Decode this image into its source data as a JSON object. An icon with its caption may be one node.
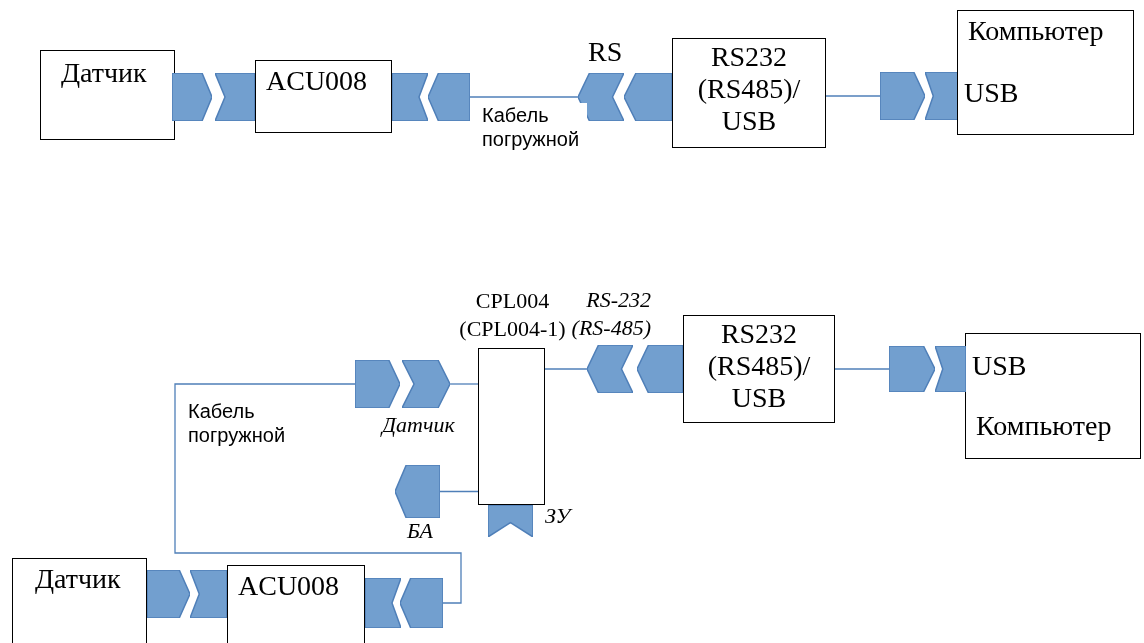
{
  "diagram": {
    "nodes": [
      {
        "text": [
          "Датчик"
        ]
      },
      {
        "text": [],
        "shape": "pentagon"
      },
      {
        "text": [],
        "shape": "chevron"
      },
      {
        "text": [
          "ACU008"
        ]
      },
      {
        "text": [],
        "shape": "chevron"
      },
      {
        "text": [],
        "shape": "pentagon"
      },
      {
        "text": [],
        "shape": "chevron"
      },
      {
        "text": [],
        "shape": "pentagon"
      },
      {
        "text": [
          "RS232 (RS485)/ USB"
        ]
      },
      {
        "text": [],
        "shape": "pentagon"
      },
      {
        "text": [],
        "shape": "chevron"
      },
      {
        "text": [
          "Компьютер",
          "USB"
        ]
      },
      {
        "text": [
          "CPL004 (CPL004-1)"
        ]
      },
      {
        "text": [
          "RS232 (RS485)/ USB"
        ]
      },
      {
        "text": [
          "USB",
          "Компьютер"
        ]
      },
      {
        "text": [],
        "shape": "pentagon"
      },
      {
        "text": [],
        "shape": "chevron",
        "beside": [
          "Датчик"
        ]
      },
      {
        "text": [],
        "shape": "chevron"
      },
      {
        "text": [],
        "shape": "pentagon"
      },
      {
        "text": [],
        "shape": "pentagon"
      },
      {
        "text": [],
        "shape": "chevron"
      },
      {
        "text": [],
        "shape": "pentagon",
        "beside": [
          "БА"
        ]
      },
      {
        "text": [],
        "shape": "chevron",
        "beside": [
          "ЗУ"
        ]
      },
      {
        "text": [
          "Датчик"
        ]
      },
      {
        "text": [],
        "shape": "pentagon"
      },
      {
        "text": [],
        "shape": "chevron"
      },
      {
        "text": [
          "ACU008"
        ]
      },
      {
        "text": [],
        "shape": "chevron"
      },
      {
        "text": [],
        "shape": "pentagon"
      }
    ],
    "edges": [
      {
        "from": 5,
        "to": 6,
        "arrow": "none",
        "label": "Кабель погружной"
      },
      {
        "from": 8,
        "to": 9,
        "arrow": "none"
      },
      {
        "from": 16,
        "to": 12,
        "arrow": "none"
      },
      {
        "from": 12,
        "to": 17,
        "arrow": "none"
      },
      {
        "from": 13,
        "to": 19,
        "arrow": "none"
      },
      {
        "from": 21,
        "to": 12,
        "arrow": "none"
      },
      {
        "from": 28,
        "to": 15,
        "arrow": "none",
        "label": "Кабель погружной"
      }
    ],
    "labels": [
      "RS",
      "RS-232 (RS-485)"
    ]
  }
}
